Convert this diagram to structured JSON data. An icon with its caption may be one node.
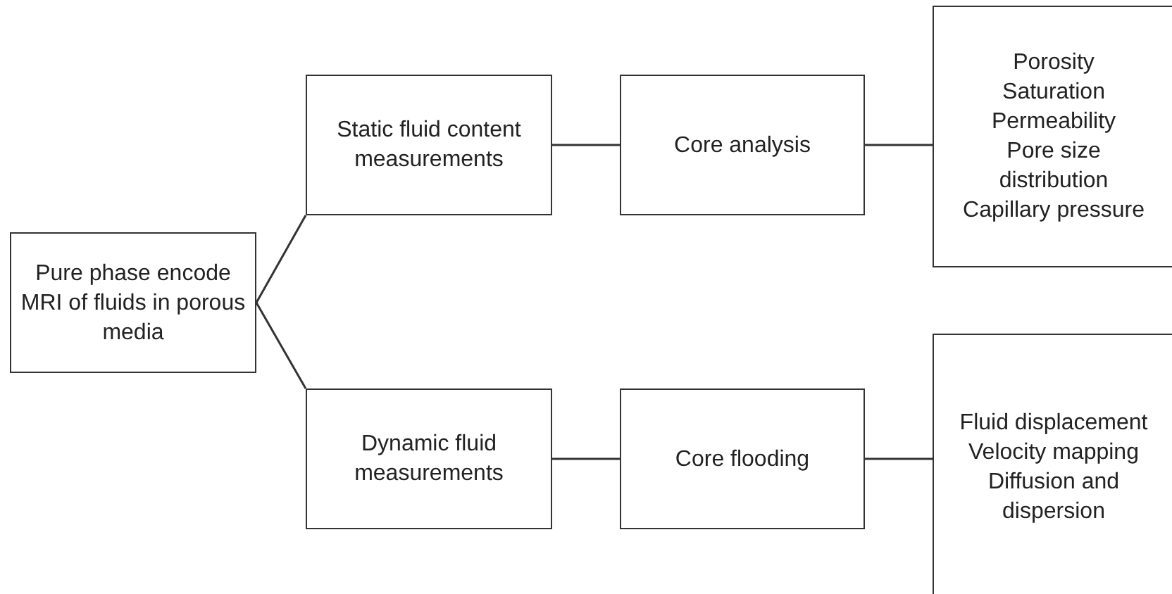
{
  "diagram": {
    "nodes": [
      {
        "text": [
          "Pure phase encode MRI of fluids in porous media"
        ]
      },
      {
        "text": [
          "Static fluid content measurements"
        ]
      },
      {
        "text": [
          "Core analysis"
        ]
      },
      {
        "text": [
          "Porosity",
          "Saturation",
          "Permeability",
          "Pore size distribution",
          "Capillary pressure"
        ]
      },
      {
        "text": [
          "Dynamic fluid measurements"
        ]
      },
      {
        "text": [
          "Core flooding"
        ]
      },
      {
        "text": [
          "Fluid displacement",
          "Velocity mapping",
          "Diffusion and dispersion"
        ]
      }
    ],
    "edges": [
      {
        "from": 0,
        "to": 1,
        "arrow": "none"
      },
      {
        "from": 1,
        "to": 2,
        "arrow": "none"
      },
      {
        "from": 2,
        "to": 3,
        "arrow": "none"
      },
      {
        "from": 0,
        "to": 4,
        "arrow": "none"
      },
      {
        "from": 4,
        "to": 5,
        "arrow": "none"
      },
      {
        "from": 5,
        "to": 6,
        "arrow": "none"
      }
    ]
  }
}
